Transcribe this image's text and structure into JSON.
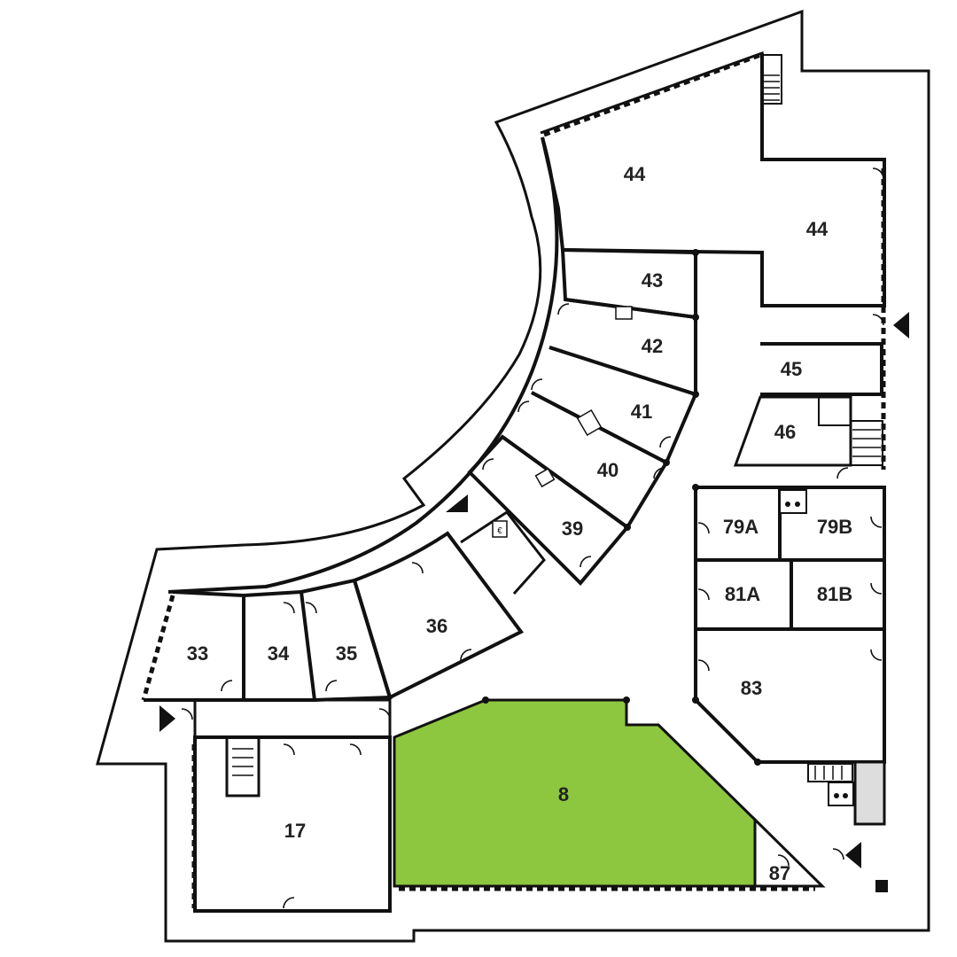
{
  "map": {
    "highlight_color": "#8dc63f",
    "rooms": {
      "r44a": "44",
      "r44b": "44",
      "r43": "43",
      "r42": "42",
      "r45": "45",
      "r41": "41",
      "r46": "46",
      "r40": "40",
      "r39": "39",
      "r79a": "79A",
      "r79b": "79B",
      "r81a": "81A",
      "r81b": "81B",
      "r36": "36",
      "r33": "33",
      "r34": "34",
      "r35": "35",
      "r83": "83",
      "r8": "8",
      "r17": "17",
      "r87": "87"
    },
    "symbols": {
      "currency": "€"
    },
    "icons": [
      "entrance-arrow-icon",
      "elevator-icon",
      "stairs-icon",
      "atm-icon",
      "door-icon"
    ]
  }
}
